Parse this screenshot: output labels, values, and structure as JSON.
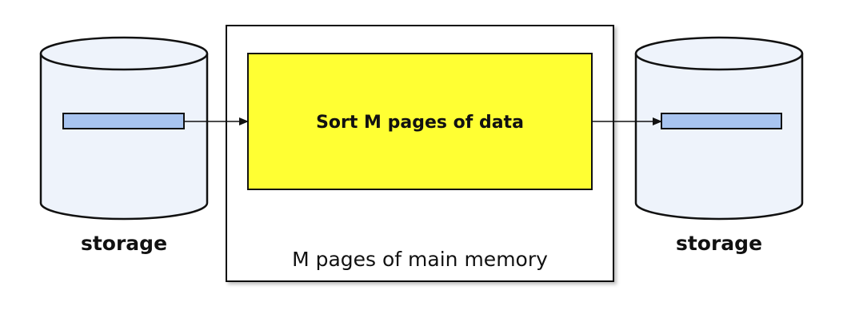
{
  "left_storage": {
    "label": "storage"
  },
  "right_storage": {
    "label": "storage"
  },
  "memory": {
    "label": "M pages of main memory",
    "process_label": "Sort M pages of data"
  },
  "colors": {
    "cylinder_fill": "#eef3fb",
    "page_fill": "#a8c4f0",
    "process_fill": "#ffff33",
    "stroke": "#111111"
  }
}
